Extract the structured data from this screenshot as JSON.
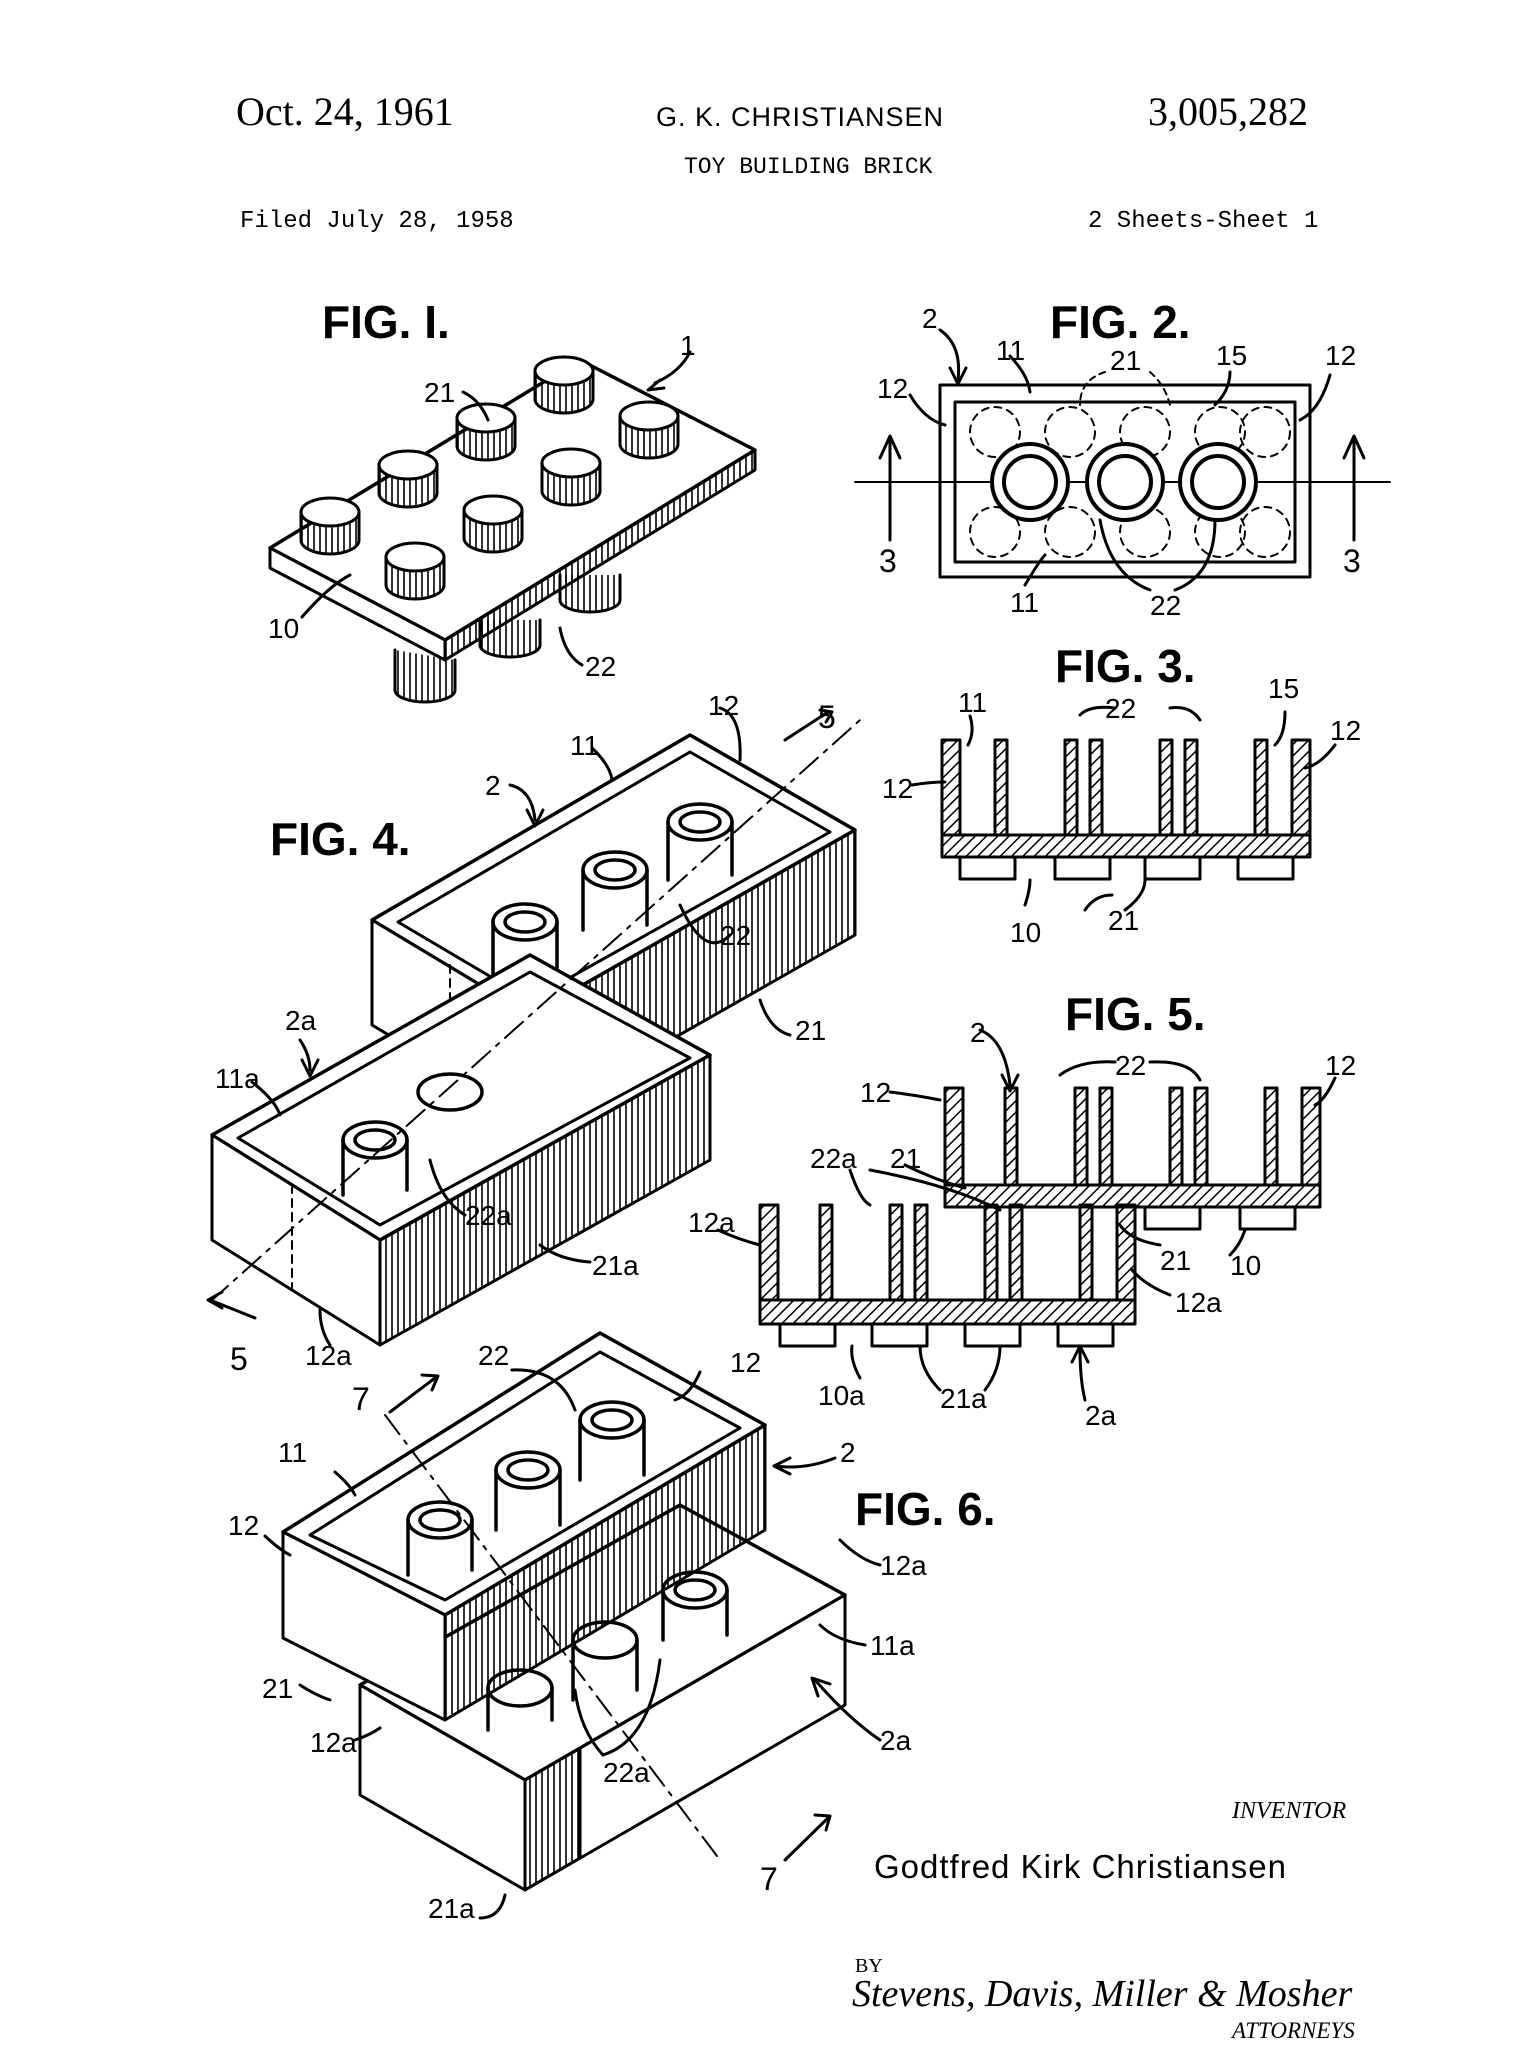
{
  "header": {
    "date": "Oct. 24, 1961",
    "inventor_name_header": "G. K. CHRISTIANSEN",
    "patent_number": "3,005,282",
    "title": "TOY BUILDING BRICK",
    "filed": "Filed July 28, 1958",
    "sheets": "2 Sheets-Sheet 1"
  },
  "figures": {
    "fig1": "FIG. I.",
    "fig2": "FIG. 2.",
    "fig3": "FIG. 3.",
    "fig4": "FIG. 4.",
    "fig5": "FIG. 5.",
    "fig6": "FIG. 6."
  },
  "reference_numerals": {
    "fig1": [
      "1",
      "21",
      "10",
      "22"
    ],
    "fig2": [
      "2",
      "11",
      "21",
      "15",
      "12",
      "12",
      "3",
      "3",
      "11",
      "22"
    ],
    "fig3": [
      "11",
      "22",
      "15",
      "12",
      "12",
      "10",
      "21"
    ],
    "fig4": [
      "12",
      "5",
      "11",
      "2",
      "22",
      "21",
      "2a",
      "11a",
      "22a",
      "21a",
      "5",
      "12a"
    ],
    "fig5": [
      "2",
      "22",
      "12",
      "12",
      "22a",
      "21",
      "12a",
      "21",
      "10",
      "12a",
      "10a",
      "21a",
      "2a"
    ],
    "fig6": [
      "22",
      "12",
      "7",
      "11",
      "2",
      "12",
      "12a",
      "11a",
      "21",
      "12a",
      "22a",
      "2a",
      "7",
      "21a"
    ]
  },
  "footer": {
    "inventor_label": "INVENTOR",
    "inventor_name": "Godtfred Kirk Christiansen",
    "by_label": "BY",
    "attorneys_signature": "Stevens, Davis, Miller & Mosher",
    "attorneys_label": "ATTORNEYS"
  }
}
